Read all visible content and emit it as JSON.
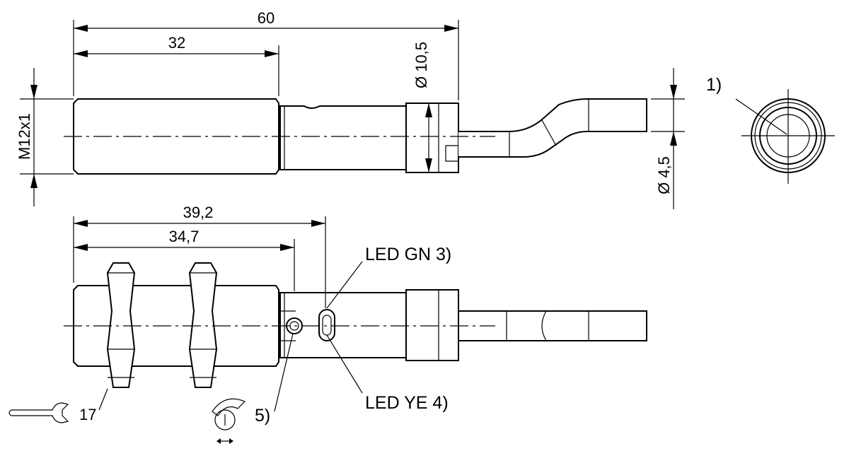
{
  "dimensions": {
    "overall_length": "60",
    "thread_length": "32",
    "thread": "M12x1",
    "housing_diameter": "Ø 10,5",
    "cable_diameter": "Ø 4,5",
    "length_to_led": "39,2",
    "length_to_pot": "34,7",
    "wrench_size": "17"
  },
  "callouts": {
    "front_view": "1)",
    "led_green": "LED GN 3)",
    "led_yellow": "LED YE 4)",
    "potentiometer": "5)"
  },
  "icons": [
    "wrench-icon",
    "rotation-adjust-icon"
  ]
}
